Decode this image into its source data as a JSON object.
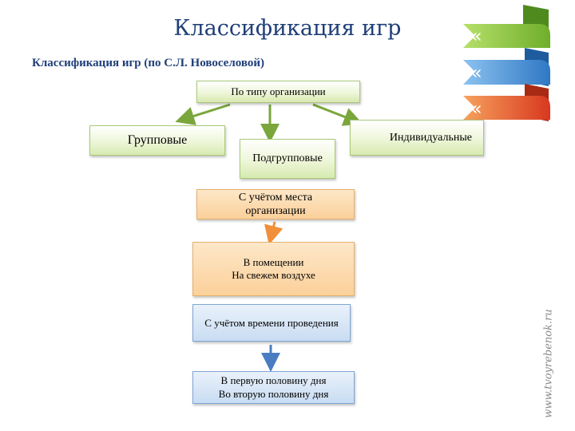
{
  "title": "Классификация игр",
  "subtitle": "Классификация игр (по С.Л. Новоселовой)",
  "nodes": {
    "by_organization": "По типу организации",
    "group": "Групповые",
    "individual": "Индивидуальные",
    "subgroup": "Подгрупповые",
    "by_place": [
      "С учётом места",
      "организации"
    ],
    "places": [
      "В помещении",
      "На свежем воздухе"
    ],
    "by_time": "С учётом времени проведения",
    "times": [
      "В первую половину дня",
      "Во вторую половину дня"
    ]
  },
  "watermark": "www.tvoyrebenok.ru",
  "colors": {
    "title": "#1f3f78",
    "green_box": "#e3f0c4",
    "orange_box": "#fbd5a6",
    "blue_box": "#d3e3f5",
    "green_arrow": "#7aa63c",
    "orange_arrow": "#f0903a",
    "blue_arrow": "#4a7cc2",
    "ribbon_green": "#8cc63f",
    "ribbon_blue": "#3f8fd8",
    "ribbon_red": "#e8492a"
  }
}
